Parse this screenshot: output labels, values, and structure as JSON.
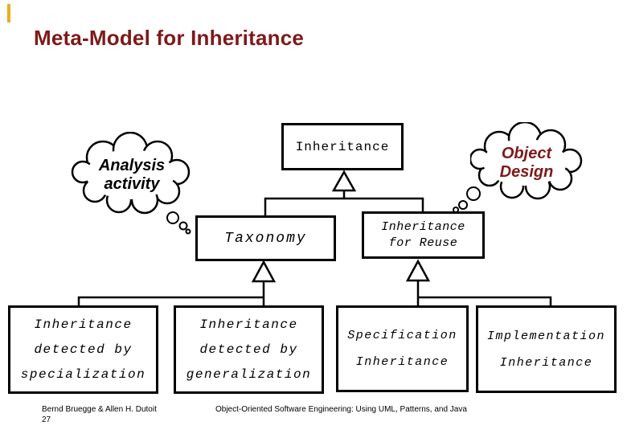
{
  "slide": {
    "title": "Meta-Model for Inheritance",
    "title_color": "#7E1A1A",
    "accent_bar_color": "#E9AE1E",
    "background_color": "#FFFFFF",
    "diagram_stroke_color": "#000000"
  },
  "clouds": {
    "analysis": {
      "lines": [
        "Analysis",
        "activity"
      ],
      "color": "#000000"
    },
    "object_design": {
      "lines": [
        "Object",
        "Design"
      ],
      "color": "#7E1A1A"
    }
  },
  "nodes": {
    "inheritance": {
      "label": "Inheritance"
    },
    "taxonomy": {
      "label": "Taxonomy"
    },
    "reuse": {
      "lines": [
        "Inheritance",
        "for Reuse"
      ]
    },
    "specialization": {
      "lines": [
        "Inheritance",
        "detected by",
        "specialization"
      ]
    },
    "generalization": {
      "lines": [
        "Inheritance",
        "detected by",
        "generalization"
      ]
    },
    "specification": {
      "lines": [
        "Specification",
        "Inheritance"
      ]
    },
    "implementation": {
      "lines": [
        "Implementation",
        "Inheritance"
      ]
    }
  },
  "footer": {
    "authors": "Bernd Bruegge & Allen H. Dutoit",
    "page_number": "27",
    "book_title": "Object-Oriented Software Engineering: Using UML, Patterns, and Java"
  }
}
